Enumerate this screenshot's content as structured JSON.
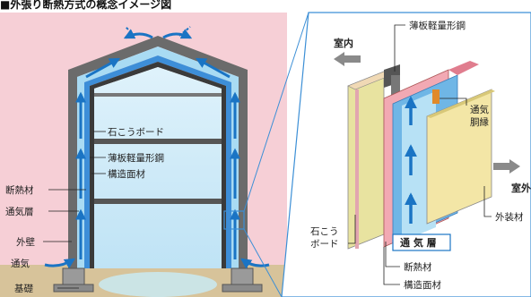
{
  "title": "■外張り断熱方式の概念イメージ図",
  "colors": {
    "accent_blue": "#1a74c4",
    "light_blue": "#bfe3f5",
    "pink_bg": "#f6cfd6",
    "cream_board": "#f3e6a6",
    "ground": "#d7c39a"
  },
  "left_diagram": {
    "labels": {
      "gypsum_board": "石こうボード",
      "thin_steel": "薄板軽量形鋼",
      "structural_panel": "構造面材",
      "insulation": "断熱材",
      "ventilation_layer": "通気層",
      "exterior_wall": "外壁",
      "airflow": "通気",
      "foundation": "基礎"
    }
  },
  "right_diagram": {
    "labels": {
      "indoor": "室内",
      "outdoor": "室外",
      "thin_steel": "薄板軽量形鋼",
      "vent_furring_1": "通気",
      "vent_furring_2": "胴縁",
      "exterior_finish": "外装材",
      "gypsum_1": "石こう",
      "gypsum_2": "ボード",
      "ventilation_layer": "通 気 層",
      "insulation": "断熱材",
      "structural_panel": "構造面材"
    }
  }
}
